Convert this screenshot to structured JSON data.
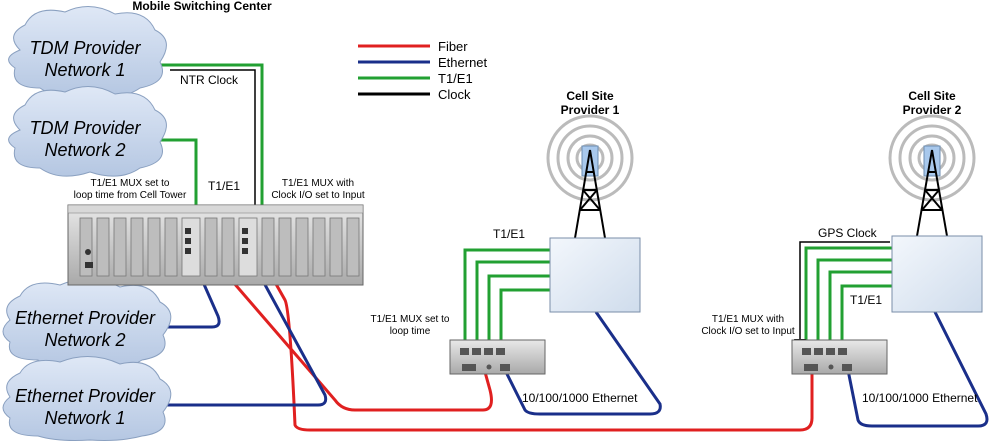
{
  "title": "Mobile Switching Center",
  "legend": [
    {
      "label": "Fiber",
      "color": "#e02020"
    },
    {
      "label": "Ethernet",
      "color": "#1a2f8a"
    },
    {
      "label": "T1/E1",
      "color": "#22a032"
    },
    {
      "label": "Clock",
      "color": "#000000"
    }
  ],
  "clouds": {
    "tdm1": [
      "TDM Provider",
      "Network 1"
    ],
    "tdm2": [
      "TDM Provider",
      "Network 2"
    ],
    "eth2": [
      "Ethernet Provider",
      "Network 2"
    ],
    "eth1": [
      "Ethernet Provider",
      "Network 1"
    ]
  },
  "labels": {
    "ntr_clock": "NTR Clock",
    "t1e1_center": "T1/E1",
    "mux_left": [
      "T1/E1 MUX set to",
      "loop time from Cell Tower"
    ],
    "mux_right": [
      "T1/E1 MUX with",
      "Clock I/O set to Input"
    ],
    "site1_title": [
      "Cell Site",
      "Provider 1"
    ],
    "site2_title": [
      "Cell Site",
      "Provider 2"
    ],
    "site1_t1e1": "T1/E1",
    "site2_t1e1": "T1/E1",
    "gps_clock": "GPS Clock",
    "site1_mux": [
      "T1/E1 MUX set to",
      "loop time"
    ],
    "site2_mux": [
      "T1/E1 MUX with",
      "Clock I/O set to Input"
    ],
    "site1_eth": "10/100/1000 Ethernet",
    "site2_eth": "10/100/1000 Ethernet"
  },
  "colors": {
    "fiber": "#e02020",
    "ethernet": "#1a2f8a",
    "t1e1": "#22a032",
    "clock": "#000000",
    "cloud": "#c8d8ee",
    "cloud_edge": "#8aa0c0",
    "chassis": "#cfcfcf",
    "box": "#e6eef7"
  }
}
